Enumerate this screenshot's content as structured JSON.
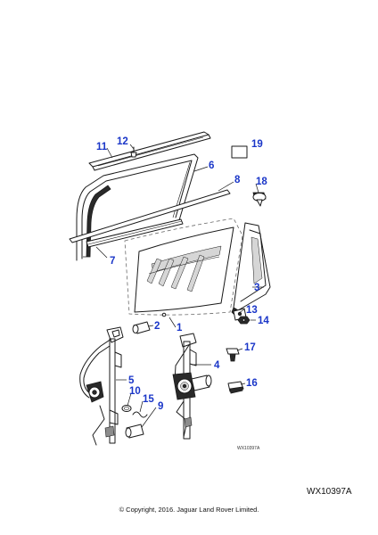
{
  "diagram": {
    "stamp_code": "WX10397A",
    "reference_code": "WX10397A",
    "copyright": "© Copyright, 2016. Jaguar Land Rover Limited.",
    "callouts": {
      "c1": "1",
      "c2": "2",
      "c3": "3",
      "c4": "4",
      "c5": "5",
      "c6": "6",
      "c7": "7",
      "c8": "8",
      "c9": "9",
      "c10": "10",
      "c11": "11",
      "c12": "12",
      "c13": "13",
      "c14": "14",
      "c15": "15",
      "c16": "16",
      "c17": "17",
      "c18": "18",
      "c19": "19"
    }
  },
  "colors": {
    "callout": "#1a36c8",
    "line": "#1a1a1a"
  }
}
